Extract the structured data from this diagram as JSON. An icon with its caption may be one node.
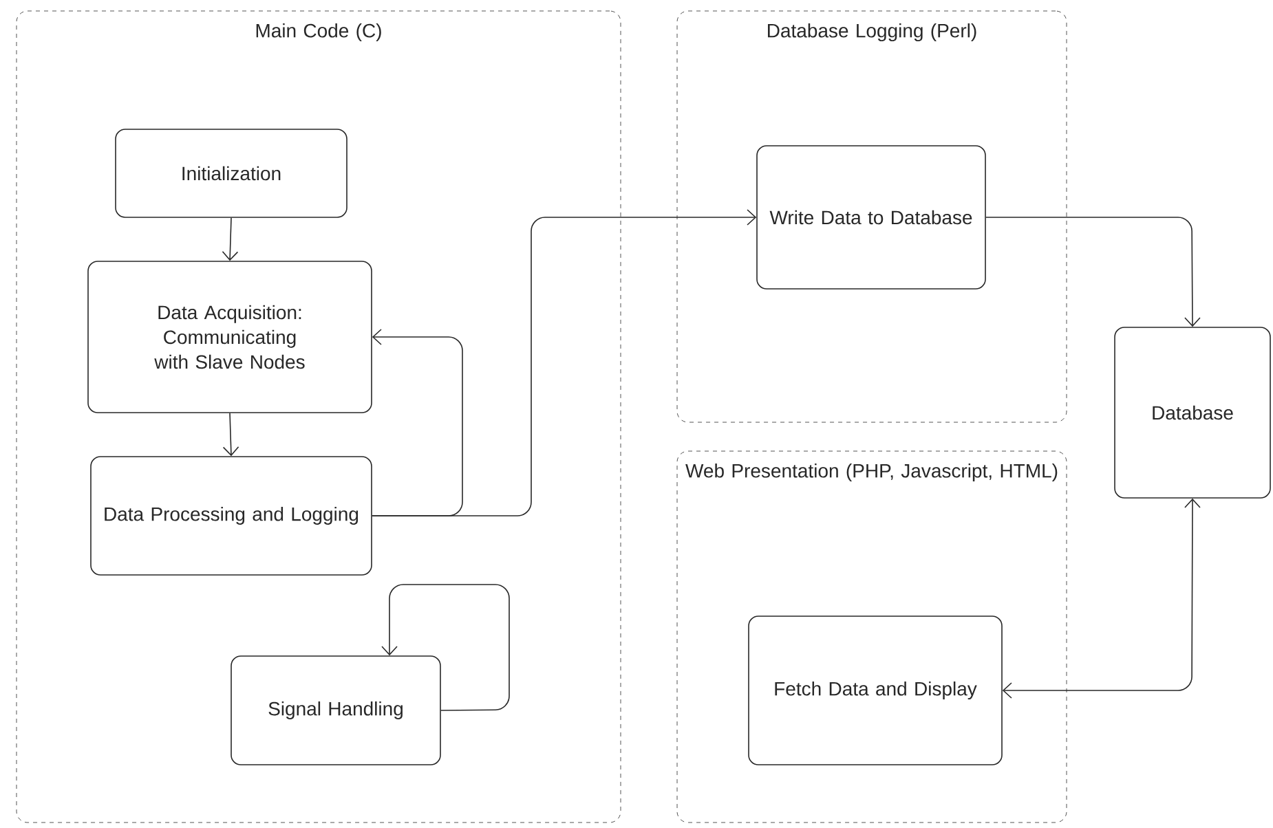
{
  "diagram": {
    "nodes": [
      {
        "text": [
          "Main Code (C)"
        ]
      },
      {
        "text": [
          "Initialization"
        ],
        "in": 0
      },
      {
        "text": [
          "Data Acquisition: Communicating with Slave Nodes"
        ],
        "in": 0
      },
      {
        "text": [
          "Data Processing and Logging"
        ],
        "in": 0
      },
      {
        "text": [
          "Signal Handling"
        ],
        "in": 0
      },
      {
        "text": [
          "Database Logging (Perl)"
        ]
      },
      {
        "text": [
          "Write Data to Database"
        ],
        "in": 5
      },
      {
        "text": [
          "Web Presentation (PHP, Javascript, HTML)"
        ]
      },
      {
        "text": [
          "Fetch Data and Display"
        ],
        "in": 7
      },
      {
        "text": [
          "Database"
        ]
      }
    ],
    "edges": [
      {
        "from": 1,
        "to": 2,
        "arrow": "to"
      },
      {
        "from": 2,
        "to": 3,
        "arrow": "to"
      },
      {
        "from": 3,
        "to": 2,
        "arrow": "to"
      },
      {
        "from": 3,
        "to": 6,
        "arrow": "to"
      },
      {
        "from": 4,
        "to": 4,
        "arrow": "to"
      },
      {
        "from": 6,
        "to": 9,
        "arrow": "to"
      },
      {
        "from": 9,
        "to": 8,
        "arrow": "both"
      }
    ]
  }
}
